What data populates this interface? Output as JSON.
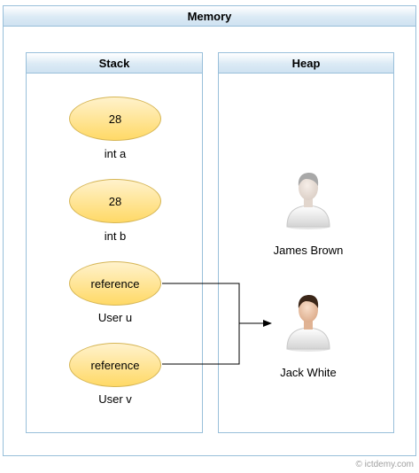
{
  "memory": {
    "title": "Memory"
  },
  "stack": {
    "title": "Stack",
    "items": [
      {
        "value": "28",
        "label": "int a"
      },
      {
        "value": "28",
        "label": "int b"
      },
      {
        "value": "reference",
        "label": "User u"
      },
      {
        "value": "reference",
        "label": "User v"
      }
    ]
  },
  "heap": {
    "title": "Heap",
    "objects": [
      {
        "name": "James Brown",
        "icon": "user-icon",
        "hair_color": "#a8a8a8"
      },
      {
        "name": "Jack White",
        "icon": "user-icon",
        "hair_color": "#3b2618"
      }
    ]
  },
  "colors": {
    "panel_border": "#98bfda",
    "ellipse_fill": "#ffd966",
    "ellipse_border": "#d6b656",
    "arrow": "#000000"
  },
  "watermark": {
    "text": "© ictdemy.com"
  }
}
